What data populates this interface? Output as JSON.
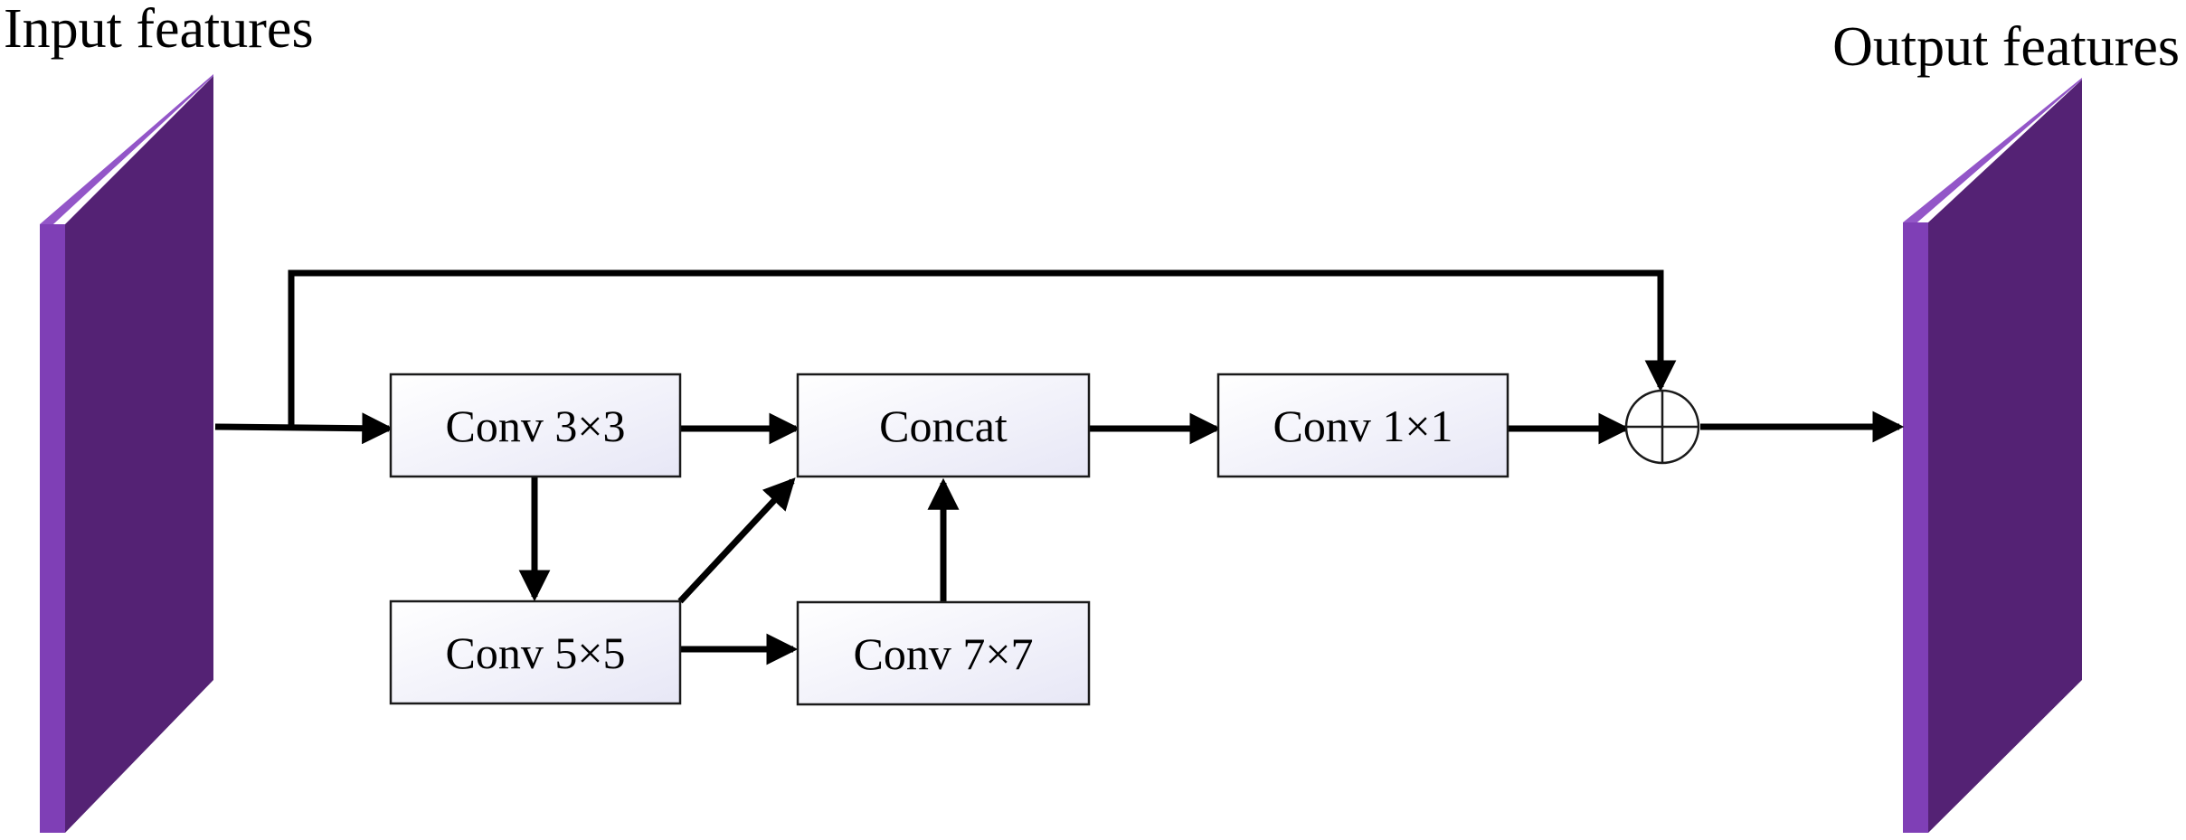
{
  "labels": {
    "input": "Input features",
    "output": "Output features"
  },
  "blocks": {
    "conv3": "Conv 3×3",
    "concat": "Concat",
    "conv1": "Conv 1×1",
    "conv5": "Conv 5×5",
    "conv7": "Conv 7×7"
  },
  "colors": {
    "slab_front": "#542274",
    "slab_top": "#9356C8",
    "slab_side": "#7F3FB6",
    "block_fill_light": "#FFFFFF",
    "block_fill_tint": "#E7E7F6",
    "line": "#000000"
  }
}
